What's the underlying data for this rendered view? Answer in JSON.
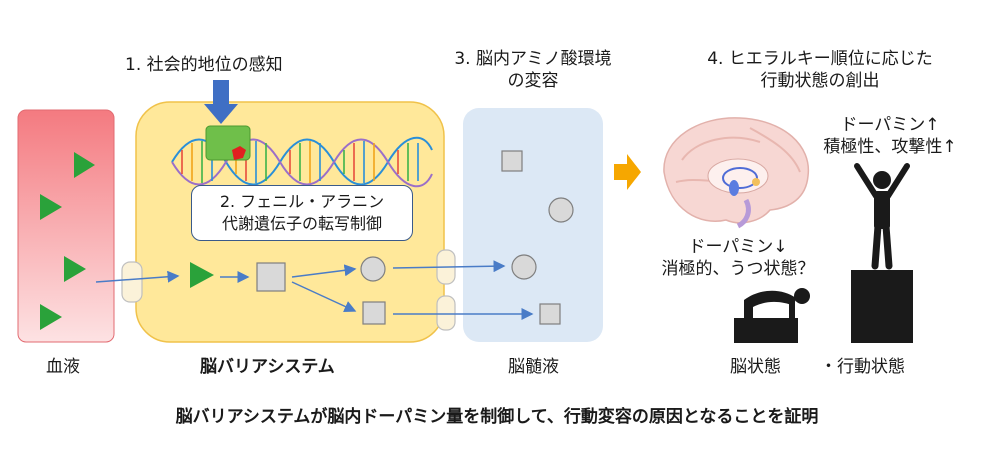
{
  "labels": {
    "step1": "1. 社会的地位の感知",
    "step2_line1": "2. フェニル・アラニン",
    "step2_line2": "代謝遺伝子の転写制御",
    "step3_line1": "3. 脳内アミノ酸環境",
    "step3_line2": "の変容",
    "step4_line1": "4. ヒエラルキー順位に応じた",
    "step4_line2": "行動状態の創出",
    "blood": "血液",
    "barrier": "脳バリアシステム",
    "csf": "脳髄液",
    "dopamine_up_line1": "ドーパミン↑",
    "dopamine_up_line2": "積極性、攻撃性↑",
    "dopamine_down_line1": "ドーパミン↓",
    "dopamine_down_line2": "消極的、うつ状態？",
    "brain_state": "脳状態",
    "behavior_state": "・行動状態",
    "conclusion": "脳バリアシステムが脳内ドーパミン量を制御して、行動変容の原因となることを証明"
  },
  "colors": {
    "blood_top": "#f47a80",
    "blood_bottom": "#fde2e3",
    "barrier_fill": "#ffe89a",
    "barrier_border": "#f0c24a",
    "csf_fill": "#dce8f5",
    "arrow_blue": "#4a7cc7",
    "triangle_green": "#2aa23a",
    "receptor_green": "#6fbf4a",
    "down_arrow": "#3f6fc4",
    "orange_arrow": "#f6a700",
    "shape_gray": "#d9d9d9",
    "figure_black": "#1a1a1a"
  },
  "icons": [
    "triangle-molecule-icon",
    "square-molecule-icon",
    "circle-molecule-icon",
    "dna-helix-icon",
    "brain-icon",
    "person-arms-up-icon",
    "person-kneeling-icon",
    "transporter-channel-icon"
  ]
}
